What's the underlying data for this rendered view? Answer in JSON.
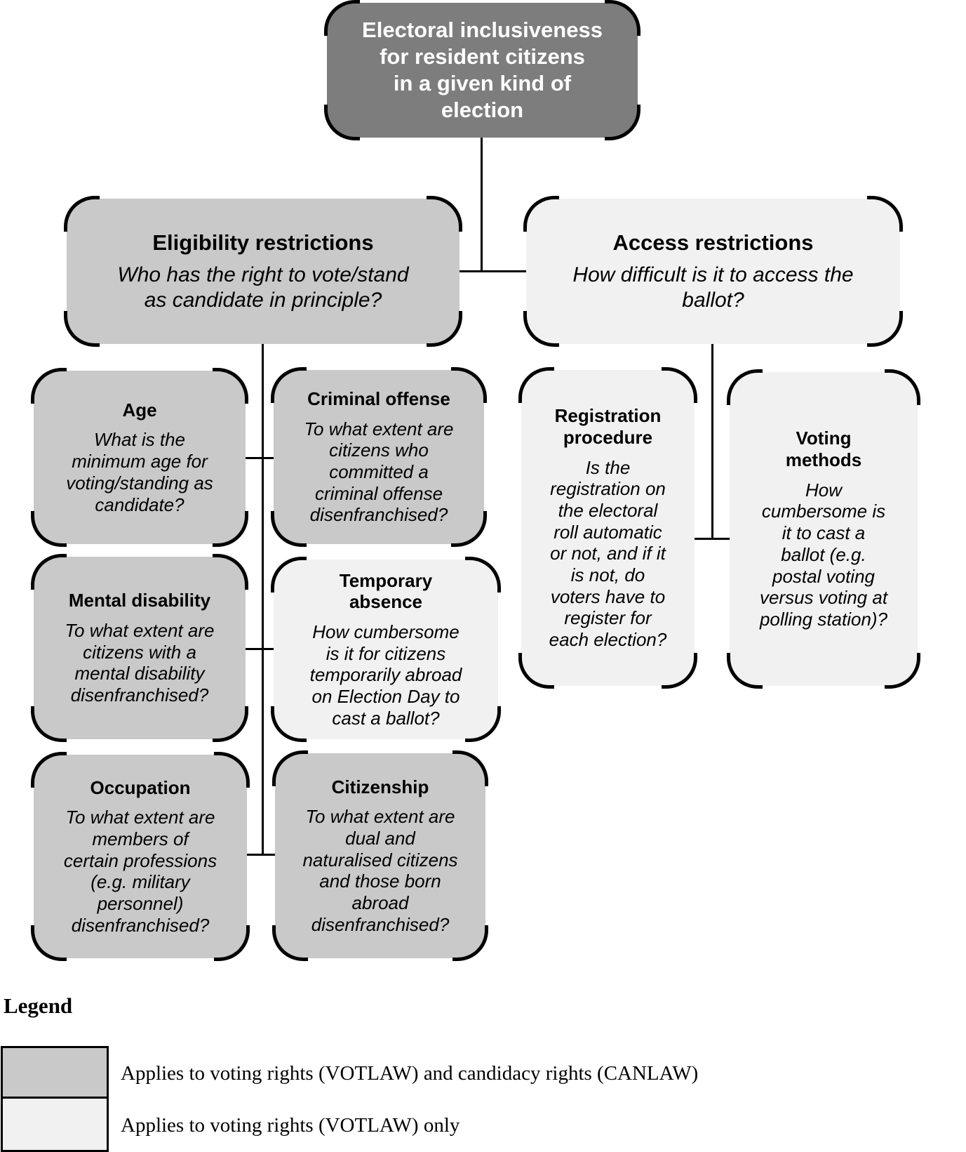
{
  "boxes": {
    "root": {
      "title": "Electoral inclusiveness\nfor resident citizens\nin a given kind of\nelection"
    },
    "eligibility": {
      "title": "Eligibility restrictions",
      "question": "Who has the right to vote/stand\nas candidate in principle?"
    },
    "access": {
      "title": "Access restrictions",
      "question": "How difficult is it to access the\nballot?"
    },
    "age": {
      "title": "Age",
      "question": "What is the\nminimum age for\nvoting/standing as\ncandidate?"
    },
    "criminal": {
      "title": "Criminal offense",
      "question": "To what extent are\ncitizens who\ncommitted a\ncriminal offense\ndisenfranchised?"
    },
    "mental": {
      "title": "Mental disability",
      "question": "To what extent are\ncitizens with a\nmental disability\ndisenfranchised?"
    },
    "temporary": {
      "title": "Temporary\nabsence",
      "question": "How cumbersome\nis it for citizens\ntemporarily abroad\non Election Day to\ncast a ballot?"
    },
    "occupation": {
      "title": "Occupation",
      "question": "To what extent are\nmembers of\ncertain professions\n(e.g. military\npersonnel)\ndisenfranchised?"
    },
    "citizenship": {
      "title": "Citizenship",
      "question": "To what extent are\ndual and\nnaturalised citizens\nand those born\nabroad\ndisenfranchised?"
    },
    "registration": {
      "title": "Registration\nprocedure",
      "question": "Is the\nregistration on\nthe electoral\nroll automatic\nor not, and if it\nis not, do\nvoters have to\nregister for\neach election?"
    },
    "voting": {
      "title": "Voting\nmethods",
      "question": "How\ncumbersome is\nit to cast a\nballot (e.g.\npostal voting\nversus voting at\npolling station)?"
    }
  },
  "legend": {
    "heading": "Legend",
    "items": [
      {
        "label": "Applies to voting rights (VOTLAW) and candidacy rights (CANLAW)",
        "color": "#c9c9c9",
        "meaning": "voting-and-candidacy-rights"
      },
      {
        "label": "Applies to voting rights (VOTLAW) only",
        "color": "#f1f1f1",
        "meaning": "voting-rights-only"
      }
    ]
  },
  "colors": {
    "root_fill": "#7d7d7d",
    "root_text": "#ffffff",
    "both_rights_fill": "#c9c9c9",
    "voting_only_fill": "#f1f1f1",
    "outline": "#000000",
    "background": "#ffffff"
  }
}
